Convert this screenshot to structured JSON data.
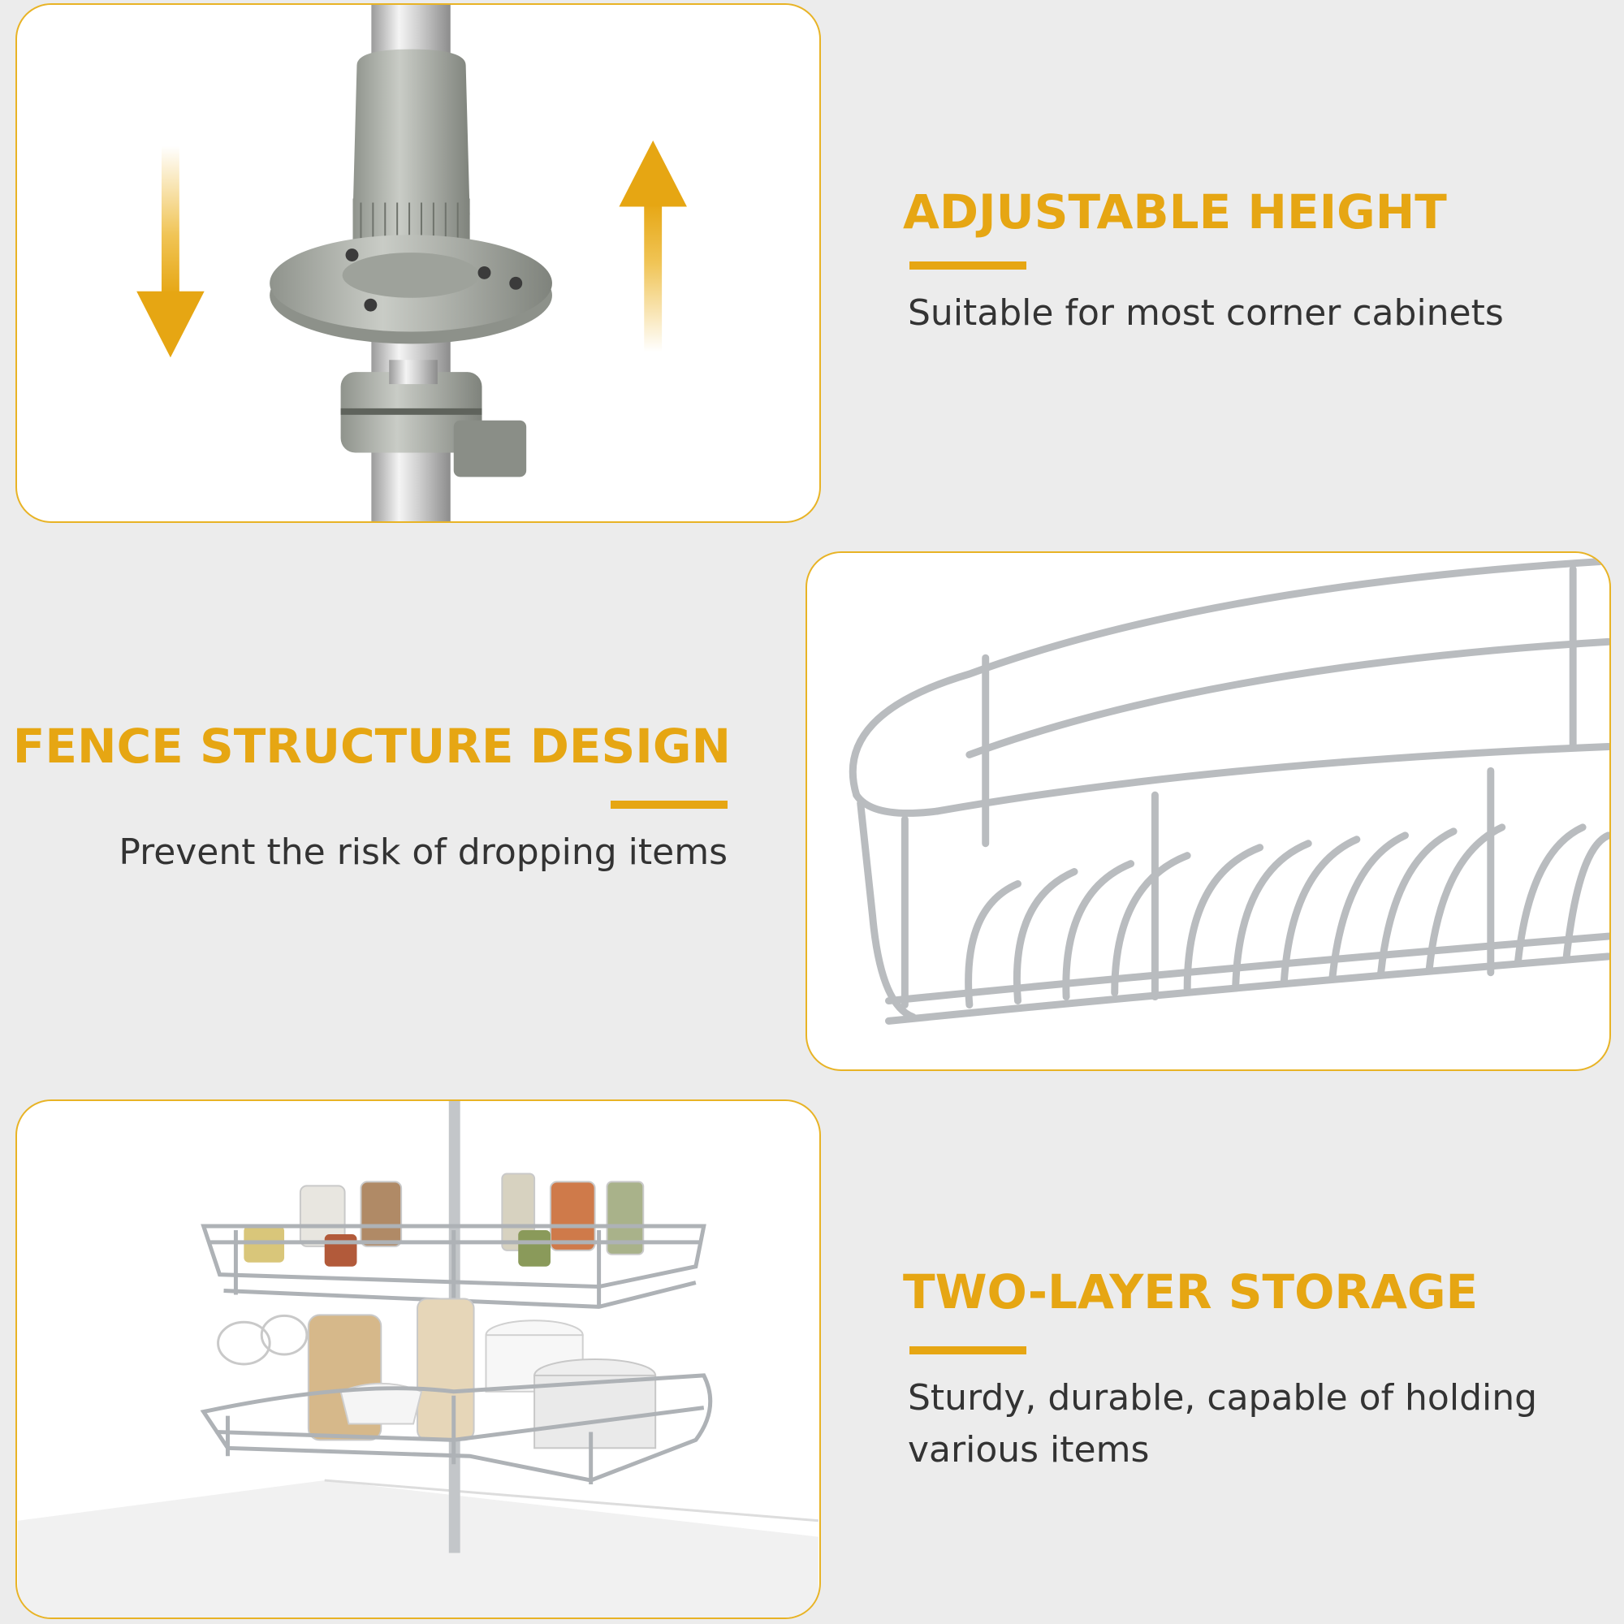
{
  "colors": {
    "accent": "#e6a613",
    "panel_border": "#e8b325",
    "background": "#ececec",
    "text": "#333333"
  },
  "features": [
    {
      "heading": "ADJUSTABLE HEIGHT",
      "description": "Suitable for most corner cabinets",
      "image": "height-adjustment-clamp"
    },
    {
      "heading": "FENCE STRUCTURE DESIGN",
      "description": "Prevent the risk of dropping items",
      "image": "wire-fence-basket"
    },
    {
      "heading": "TWO-LAYER STORAGE",
      "description": "Sturdy, durable, capable of holding various items",
      "image": "two-tier-lazy-susan"
    }
  ]
}
